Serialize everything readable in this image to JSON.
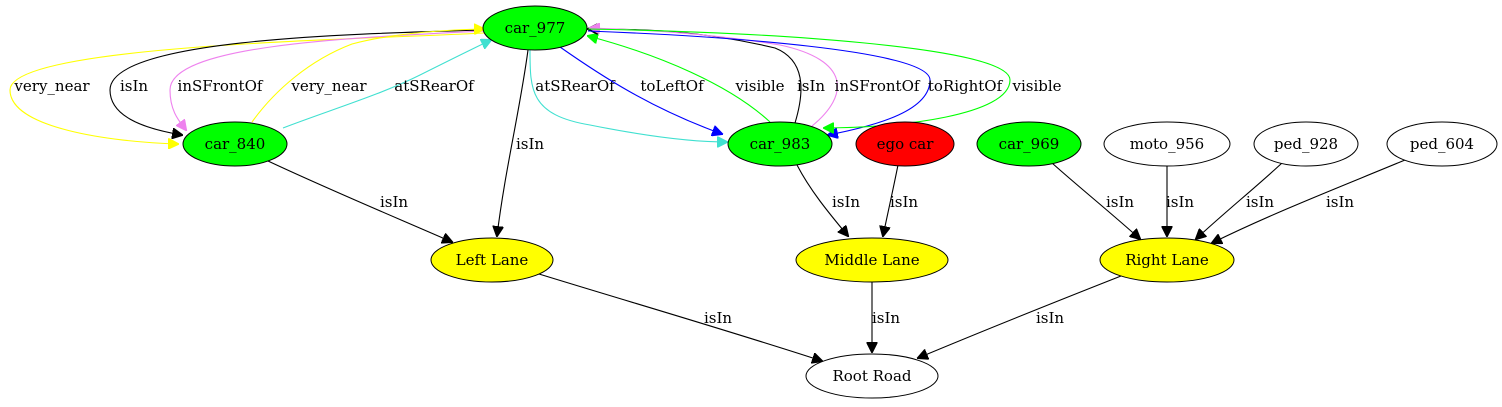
{
  "nodes": [
    {
      "id": "car_977",
      "label": "car_977",
      "fill": "#00ff00"
    },
    {
      "id": "car_840",
      "label": "car_840",
      "fill": "#00ff00"
    },
    {
      "id": "car_983",
      "label": "car_983",
      "fill": "#00ff00"
    },
    {
      "id": "ego_car",
      "label": "ego car",
      "fill": "#ff0000"
    },
    {
      "id": "car_969",
      "label": "car_969",
      "fill": "#00ff00"
    },
    {
      "id": "moto_956",
      "label": "moto_956",
      "fill": "#ffffff"
    },
    {
      "id": "ped_928",
      "label": "ped_928",
      "fill": "#ffffff"
    },
    {
      "id": "ped_604",
      "label": "ped_604",
      "fill": "#ffffff"
    },
    {
      "id": "left_lane",
      "label": "Left Lane",
      "fill": "#ffff00"
    },
    {
      "id": "middle_lane",
      "label": "Middle Lane",
      "fill": "#ffff00"
    },
    {
      "id": "right_lane",
      "label": "Right Lane",
      "fill": "#ffff00"
    },
    {
      "id": "root_road",
      "label": "Root Road",
      "fill": "#ffffff"
    }
  ],
  "edges": [
    {
      "id": "e1",
      "from": "car_977",
      "to": "car_840",
      "label": "very_near",
      "color": "#ffff00"
    },
    {
      "id": "e2",
      "from": "car_977",
      "to": "car_840",
      "label": "isIn",
      "color": "#000000"
    },
    {
      "id": "e3",
      "from": "car_840",
      "to": "car_977",
      "label": "inSFrontOf",
      "color": "#ee82ee"
    },
    {
      "id": "e4",
      "from": "car_840",
      "to": "car_977",
      "label": "very_near",
      "color": "#ffff00"
    },
    {
      "id": "e5",
      "from": "car_840",
      "to": "car_977",
      "label": "atSRearOf",
      "color": "#40e0d0"
    },
    {
      "id": "e6",
      "from": "car_977",
      "to": "car_983",
      "label": "atSRearOf",
      "color": "#40e0d0"
    },
    {
      "id": "e7",
      "from": "car_977",
      "to": "car_983",
      "label": "toLeftOf",
      "color": "#0000ff"
    },
    {
      "id": "e8",
      "from": "car_983",
      "to": "car_977",
      "label": "visible",
      "color": "#00ff00"
    },
    {
      "id": "e9",
      "from": "car_983",
      "to": "car_977",
      "label": "isIn",
      "color": "#000000"
    },
    {
      "id": "e10",
      "from": "car_983",
      "to": "car_977",
      "label": "inSFrontOf",
      "color": "#ee82ee"
    },
    {
      "id": "e11",
      "from": "car_977",
      "to": "car_983",
      "label": "toRightOf",
      "color": "#0000ff"
    },
    {
      "id": "e12",
      "from": "car_977",
      "to": "car_983",
      "label": "visible",
      "color": "#00ff00"
    },
    {
      "id": "e13",
      "from": "car_977",
      "to": "left_lane",
      "label": "isIn",
      "color": "#000000"
    },
    {
      "id": "e14",
      "from": "car_840",
      "to": "left_lane",
      "label": "isIn",
      "color": "#000000"
    },
    {
      "id": "e15",
      "from": "car_983",
      "to": "middle_lane",
      "label": "isIn",
      "color": "#000000"
    },
    {
      "id": "e16",
      "from": "ego_car",
      "to": "middle_lane",
      "label": "isIn",
      "color": "#000000"
    },
    {
      "id": "e17",
      "from": "car_969",
      "to": "right_lane",
      "label": "isIn",
      "color": "#000000"
    },
    {
      "id": "e18",
      "from": "moto_956",
      "to": "right_lane",
      "label": "isIn",
      "color": "#000000"
    },
    {
      "id": "e19",
      "from": "ped_928",
      "to": "right_lane",
      "label": "isIn",
      "color": "#000000"
    },
    {
      "id": "e20",
      "from": "ped_604",
      "to": "right_lane",
      "label": "isIn",
      "color": "#000000"
    },
    {
      "id": "e21",
      "from": "left_lane",
      "to": "root_road",
      "label": "isIn",
      "color": "#000000"
    },
    {
      "id": "e22",
      "from": "middle_lane",
      "to": "root_road",
      "label": "isIn",
      "color": "#000000"
    },
    {
      "id": "e23",
      "from": "right_lane",
      "to": "root_road",
      "label": "isIn",
      "color": "#000000"
    }
  ]
}
